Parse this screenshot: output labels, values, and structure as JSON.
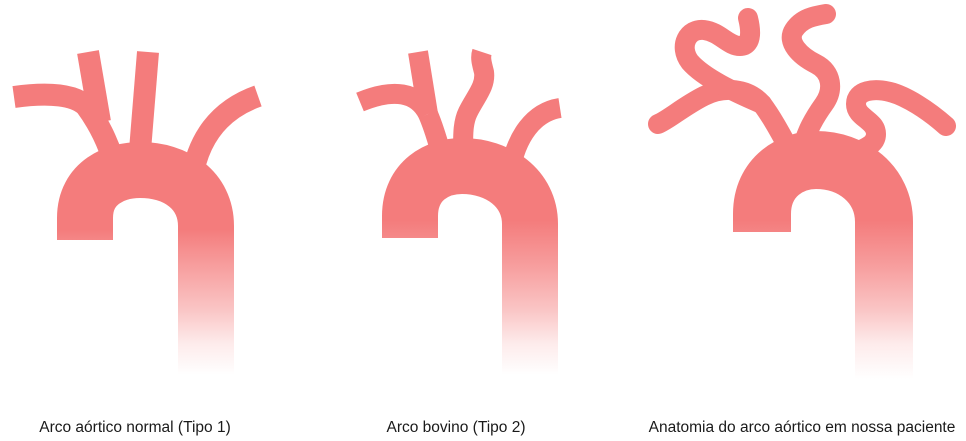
{
  "colors": {
    "vessel": "#f47c7c",
    "background": "#ffffff",
    "caption_text": "#1a1a1a"
  },
  "panels": [
    {
      "caption": "Arco aórtico normal (Tipo 1)"
    },
    {
      "caption": "Arco bovino (Tipo 2)"
    },
    {
      "caption": "Anatomia do arco aórtico em nossa paciente"
    }
  ]
}
